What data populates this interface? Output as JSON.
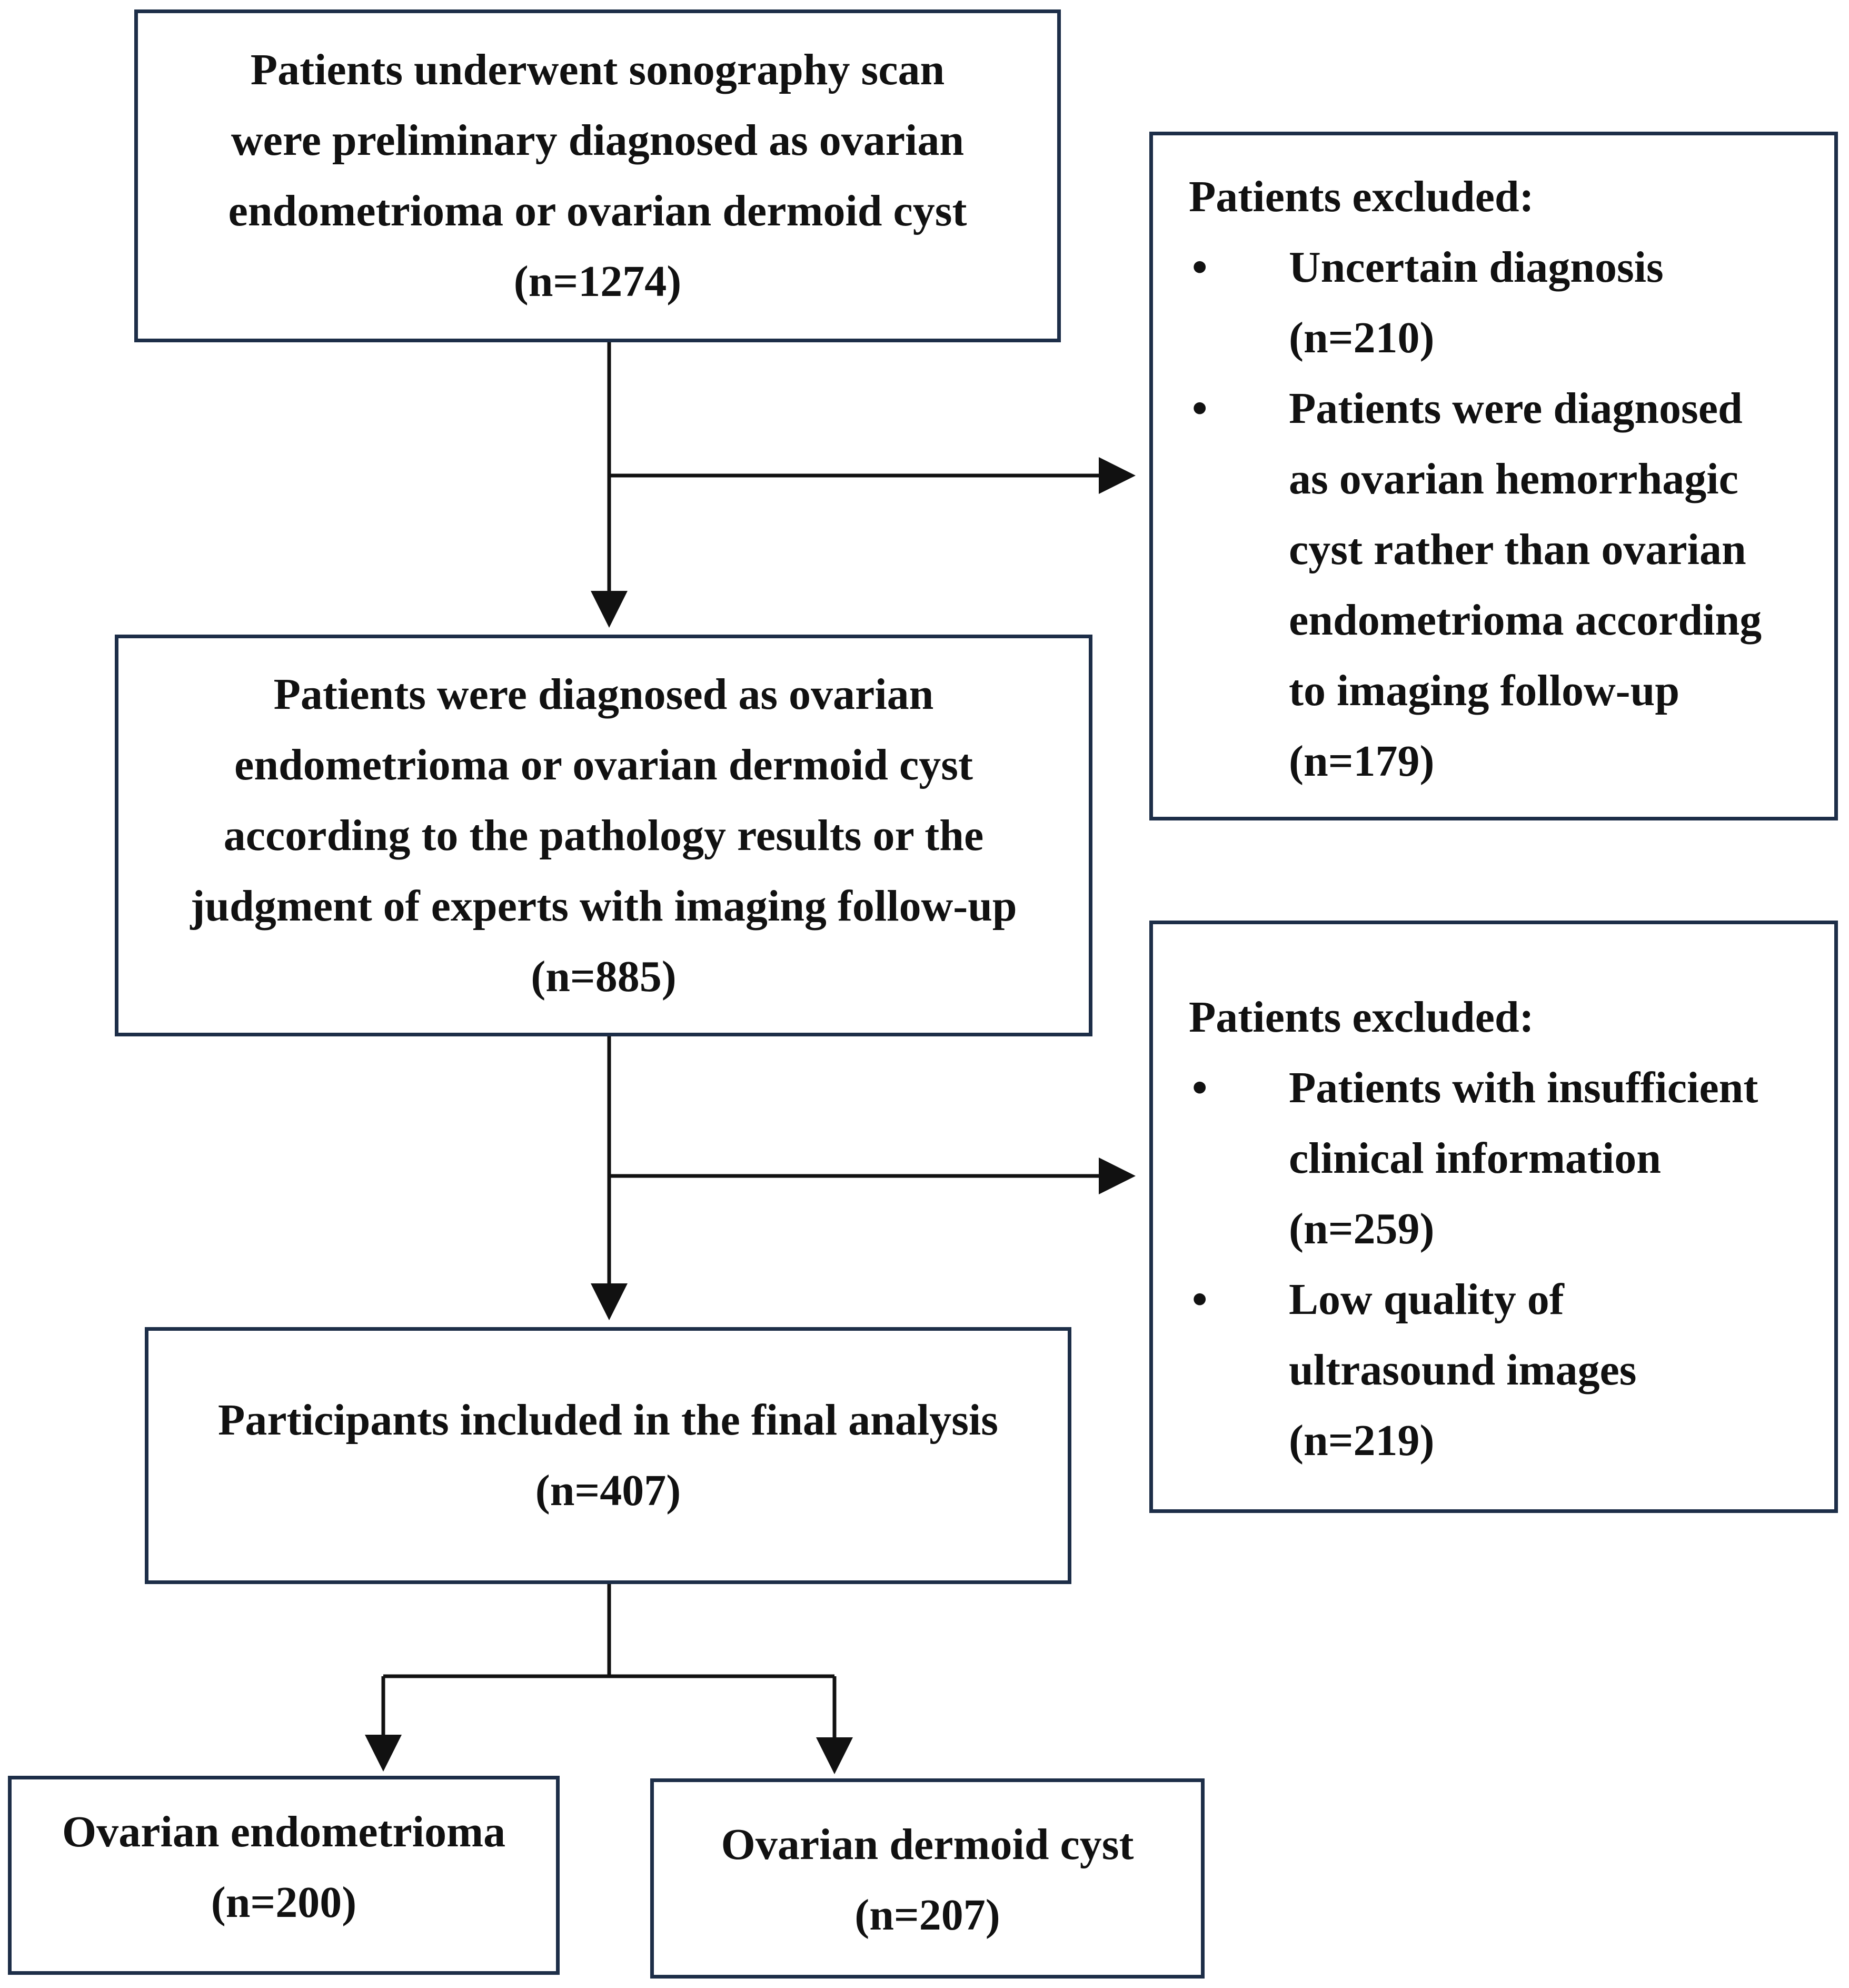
{
  "boxes": {
    "initial": {
      "lines": [
        "Patients underwent sonography scan",
        "were preliminary diagnosed as ovarian",
        "endometrioma or ovarian dermoid cyst"
      ],
      "count": "(n=1274)"
    },
    "diagnosed": {
      "lines": [
        "Patients were diagnosed as ovarian",
        "endometrioma or ovarian dermoid cyst",
        "according to the pathology results or the",
        "judgment of experts with imaging follow-up"
      ],
      "count": "(n=885)"
    },
    "final": {
      "lines": [
        "Participants included in the final analysis"
      ],
      "count": "(n=407)"
    },
    "endometrioma": {
      "lines": [
        "Ovarian endometrioma"
      ],
      "count": "(n=200)"
    },
    "dermoid": {
      "lines": [
        "Ovarian dermoid cyst"
      ],
      "count": "(n=207)"
    }
  },
  "exclusions": [
    {
      "title": "Patients excluded:",
      "bullet": "•",
      "items": [
        {
          "lines": [
            "Uncertain diagnosis"
          ],
          "count": "(n=210)"
        },
        {
          "lines": [
            "Patients were diagnosed",
            "as ovarian hemorrhagic",
            "cyst rather than ovarian",
            "endometrioma according",
            "to imaging follow-up"
          ],
          "count": "(n=179)"
        }
      ]
    },
    {
      "title": "Patients excluded:",
      "bullet": "•",
      "items": [
        {
          "lines": [
            "Patients with insufficient",
            "clinical information"
          ],
          "count": "(n=259)"
        },
        {
          "lines": [
            "Low quality of",
            "ultrasound images"
          ],
          "count": "(n=219)"
        }
      ]
    }
  ],
  "colors": {
    "border": "#1d2e48",
    "line": "#111111",
    "background": "#ffffff"
  }
}
